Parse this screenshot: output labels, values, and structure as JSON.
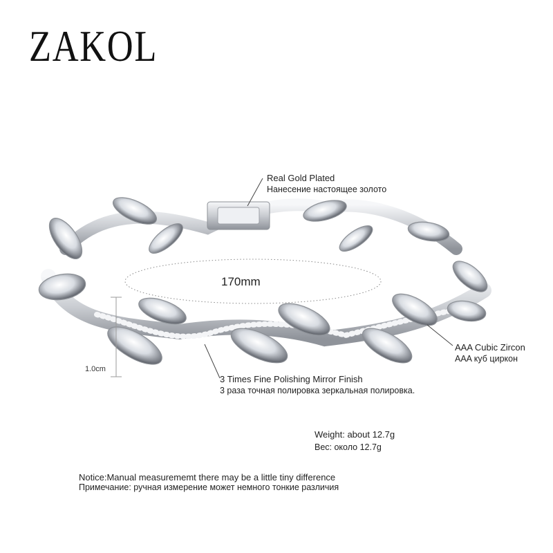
{
  "brand": "ZAKOL",
  "labels": {
    "plating_en": "Real Gold Plated",
    "plating_ru": "Нанесение настоящее золото",
    "zircon_en": "AAA Cubic Zircon",
    "zircon_ru": "AAA куб циркон",
    "polish_en": "3 Times Fine Polishing Mirror Finish",
    "polish_ru": "3 раза точная полировка зеркальная полировка."
  },
  "dimensions": {
    "length": "170mm",
    "width": "1.0cm"
  },
  "weight": {
    "en": "Weight: about  12.7g",
    "ru": "Вес: около  12.7g"
  },
  "notice": {
    "en": "Notice:Manual measurememt there may be a little tiny difference",
    "ru": "Примечание: ручная измерение может немного тонкие различия"
  },
  "colors": {
    "metal": "#d9dbdf",
    "metal_dark": "#8c9096",
    "crystal": "#eef1f5",
    "crystal_dark": "#5b5f66",
    "dim_line": "#9a9a9a"
  }
}
